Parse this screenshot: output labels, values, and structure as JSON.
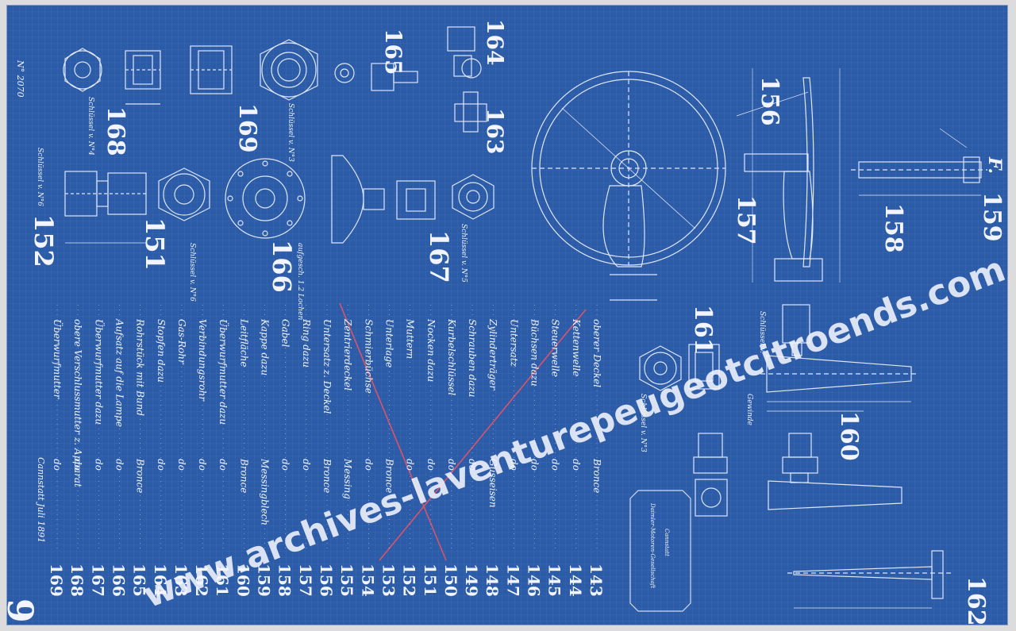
{
  "part_numbers": {
    "p168": "168",
    "p169": "169",
    "p165": "165",
    "p164": "164",
    "p163": "163",
    "p156": "156",
    "p157": "157",
    "p158": "158",
    "p159": "159",
    "p152": "152",
    "p151": "151",
    "p166": "166",
    "p167": "167",
    "p161": "161",
    "p160": "160",
    "p162": "162"
  },
  "part_captions": {
    "c168": "Schlüssel v. N°4",
    "c169": "Schlüssel v. N°3",
    "c152": "Schlüssel v. N°6",
    "c151": "Schlüssel v. N°6",
    "c166": "aufgesch. 1.2 Lochen",
    "c167": "Schlüssel v. N°5",
    "c161": "Schlüssel v. N°3",
    "c160a": "Schlüssel v.",
    "c160b": "Gewinde",
    "c159": "F."
  },
  "parts_list": [
    {
      "no": "143",
      "name": "oberer Deckel",
      "material": "Bronce"
    },
    {
      "no": "144",
      "name": "Kettenwelle",
      "material": "do"
    },
    {
      "no": "145",
      "name": "Steuerwelle",
      "material": "do"
    },
    {
      "no": "146",
      "name": "Büchsen dazu",
      "material": "do"
    },
    {
      "no": "147",
      "name": "Untersatz",
      "material": "do"
    },
    {
      "no": "148",
      "name": "Zylinderträger",
      "material": "Gusseisen"
    },
    {
      "no": "149",
      "name": "Schrauben dazu",
      "material": "do"
    },
    {
      "no": "150",
      "name": "Kurbelschlüssel",
      "material": "do"
    },
    {
      "no": "151",
      "name": "Nocken dazu",
      "material": "do"
    },
    {
      "no": "152",
      "name": "Muttern",
      "material": "do"
    },
    {
      "no": "153",
      "name": "Unterlage",
      "material": "Bronce"
    },
    {
      "no": "154",
      "name": "Schmierbüchse",
      "material": "do"
    },
    {
      "no": "155",
      "name": "Zentrierdeckel",
      "material": "Messing"
    },
    {
      "no": "156",
      "name": "Untersatz z. Deckel",
      "material": "Bronce"
    },
    {
      "no": "157",
      "name": "Ring dazu",
      "material": "do"
    },
    {
      "no": "158",
      "name": "Gabel",
      "material": "do"
    },
    {
      "no": "159",
      "name": "Kappe dazu",
      "material": "Messingblech"
    },
    {
      "no": "160",
      "name": "Leitfläche",
      "material": "Bronce"
    },
    {
      "no": "161",
      "name": "Überwurfmutter dazu",
      "material": "do"
    },
    {
      "no": "162",
      "name": "Verbindungsrohr",
      "material": "do"
    },
    {
      "no": "163",
      "name": "Gas-Rohr",
      "material": "do"
    },
    {
      "no": "164",
      "name": "Stopfen dazu",
      "material": "do"
    },
    {
      "no": "165",
      "name": "Rohrstück mit Bund",
      "material": "Bronce"
    },
    {
      "no": "166",
      "name": "Aufsatz auf die Lampe",
      "material": "do"
    },
    {
      "no": "167",
      "name": "Überwurfmutter dazu",
      "material": "do"
    },
    {
      "no": "168",
      "name": "obere Verschlussmutter z. Apparat",
      "material": "do"
    },
    {
      "no": "169",
      "name": "Überwurfmutter",
      "material": "do"
    }
  ],
  "sheet": {
    "signature": "Cannstatt Juli 1891",
    "sheet_number": "9",
    "corner_note": "N° 2070",
    "stamp_lines": [
      "Daimler-Motoren-Gesellschaft",
      "Cannstatt"
    ]
  },
  "watermark": "www.archives-laventurepeugeotcitroends.com",
  "colors": {
    "paper": "#2c5ca8",
    "line": "#f2f5ff",
    "watermark": "#ffffff",
    "crossout": "#d9546a"
  }
}
